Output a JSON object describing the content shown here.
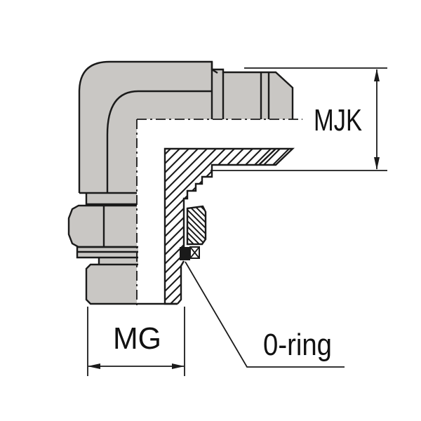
{
  "diagram": {
    "type": "technical-drawing",
    "view": "half-section of a 90-degree elbow fitting with hex nut, threaded ends and o-ring seal",
    "dimension_labels": [
      {
        "id": "mjk",
        "text": "MJK"
      },
      {
        "id": "mg",
        "text": "MG"
      }
    ],
    "callout_labels": [
      {
        "id": "oring",
        "text": "0-ring"
      }
    ]
  },
  "colors": {
    "body_gray": "#c9c7c4",
    "line_black": "#1a1a1a",
    "background_white": "#ffffff"
  }
}
